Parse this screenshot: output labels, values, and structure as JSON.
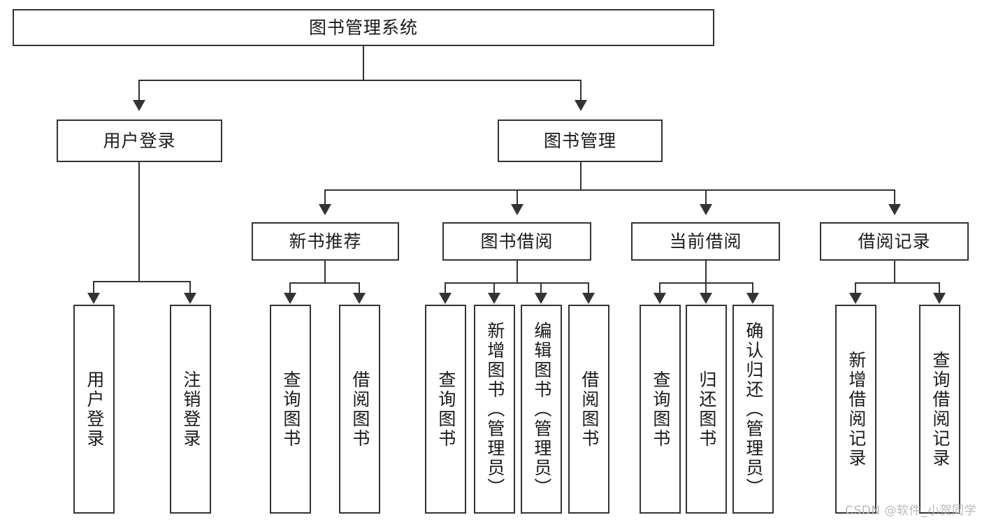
{
  "diagram": {
    "type": "tree-hierarchy-chart",
    "title": "图书管理系统",
    "watermark": "CSDN @软件_小贺同学",
    "colors": {
      "stroke": "#333333",
      "fill": "#ffffff",
      "text": "#1a1a1a",
      "watermark": "#b8b8b8"
    },
    "levels": {
      "root": {
        "label": "图书管理系统"
      },
      "level2": [
        {
          "label": "用户登录"
        },
        {
          "label": "图书管理"
        }
      ],
      "level3": [
        {
          "label": "新书推荐"
        },
        {
          "label": "图书借阅"
        },
        {
          "label": "当前借阅"
        },
        {
          "label": "借阅记录"
        }
      ],
      "leaves": {
        "user_login": [
          {
            "label": "用户登录"
          },
          {
            "label": "注销登录"
          }
        ],
        "new_book_recommend": [
          {
            "label": "查询图书"
          },
          {
            "label": "借阅图书"
          }
        ],
        "book_borrow": [
          {
            "label": "查询图书"
          },
          {
            "label": "新增图书（管理员）"
          },
          {
            "label": "编辑图书（管理员）"
          },
          {
            "label": "借阅图书"
          }
        ],
        "current_borrow": [
          {
            "label": "查询图书"
          },
          {
            "label": "归还图书"
          },
          {
            "label": "确认归还（管理员）"
          }
        ],
        "borrow_record": [
          {
            "label": "新增借阅记录"
          },
          {
            "label": "查询借阅记录"
          }
        ]
      }
    }
  }
}
